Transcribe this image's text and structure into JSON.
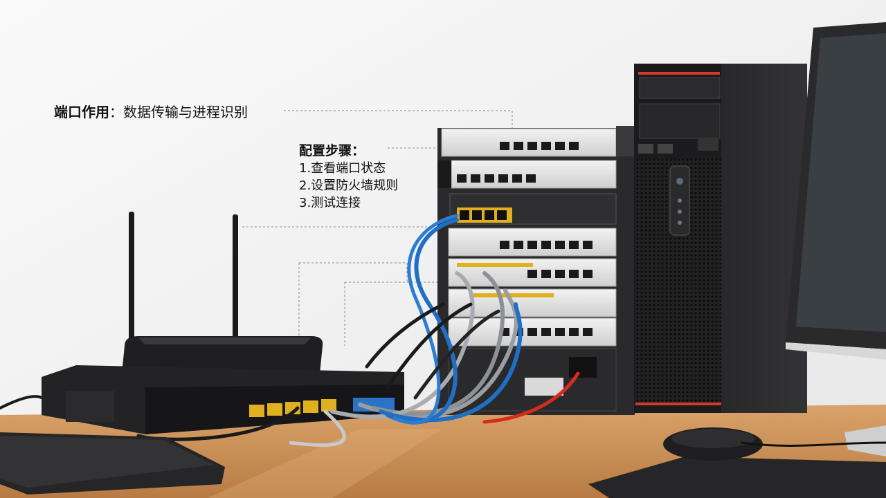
{
  "annotation_title": {
    "term": "端口作用",
    "separator": "：",
    "description": "数据传输与进程识别"
  },
  "config_steps": {
    "heading": "配置步骤：",
    "items": [
      "1.查看端口状态",
      "2.设置防火墙规则",
      "3.测试连接"
    ]
  },
  "colors": {
    "background": "#f3f3f3",
    "desk": "#c98e55",
    "cable_blue": "#1f6fc4",
    "cable_gray": "#9a9ea3",
    "cable_red": "#d62b1e",
    "port_accent": "#e0b020"
  }
}
